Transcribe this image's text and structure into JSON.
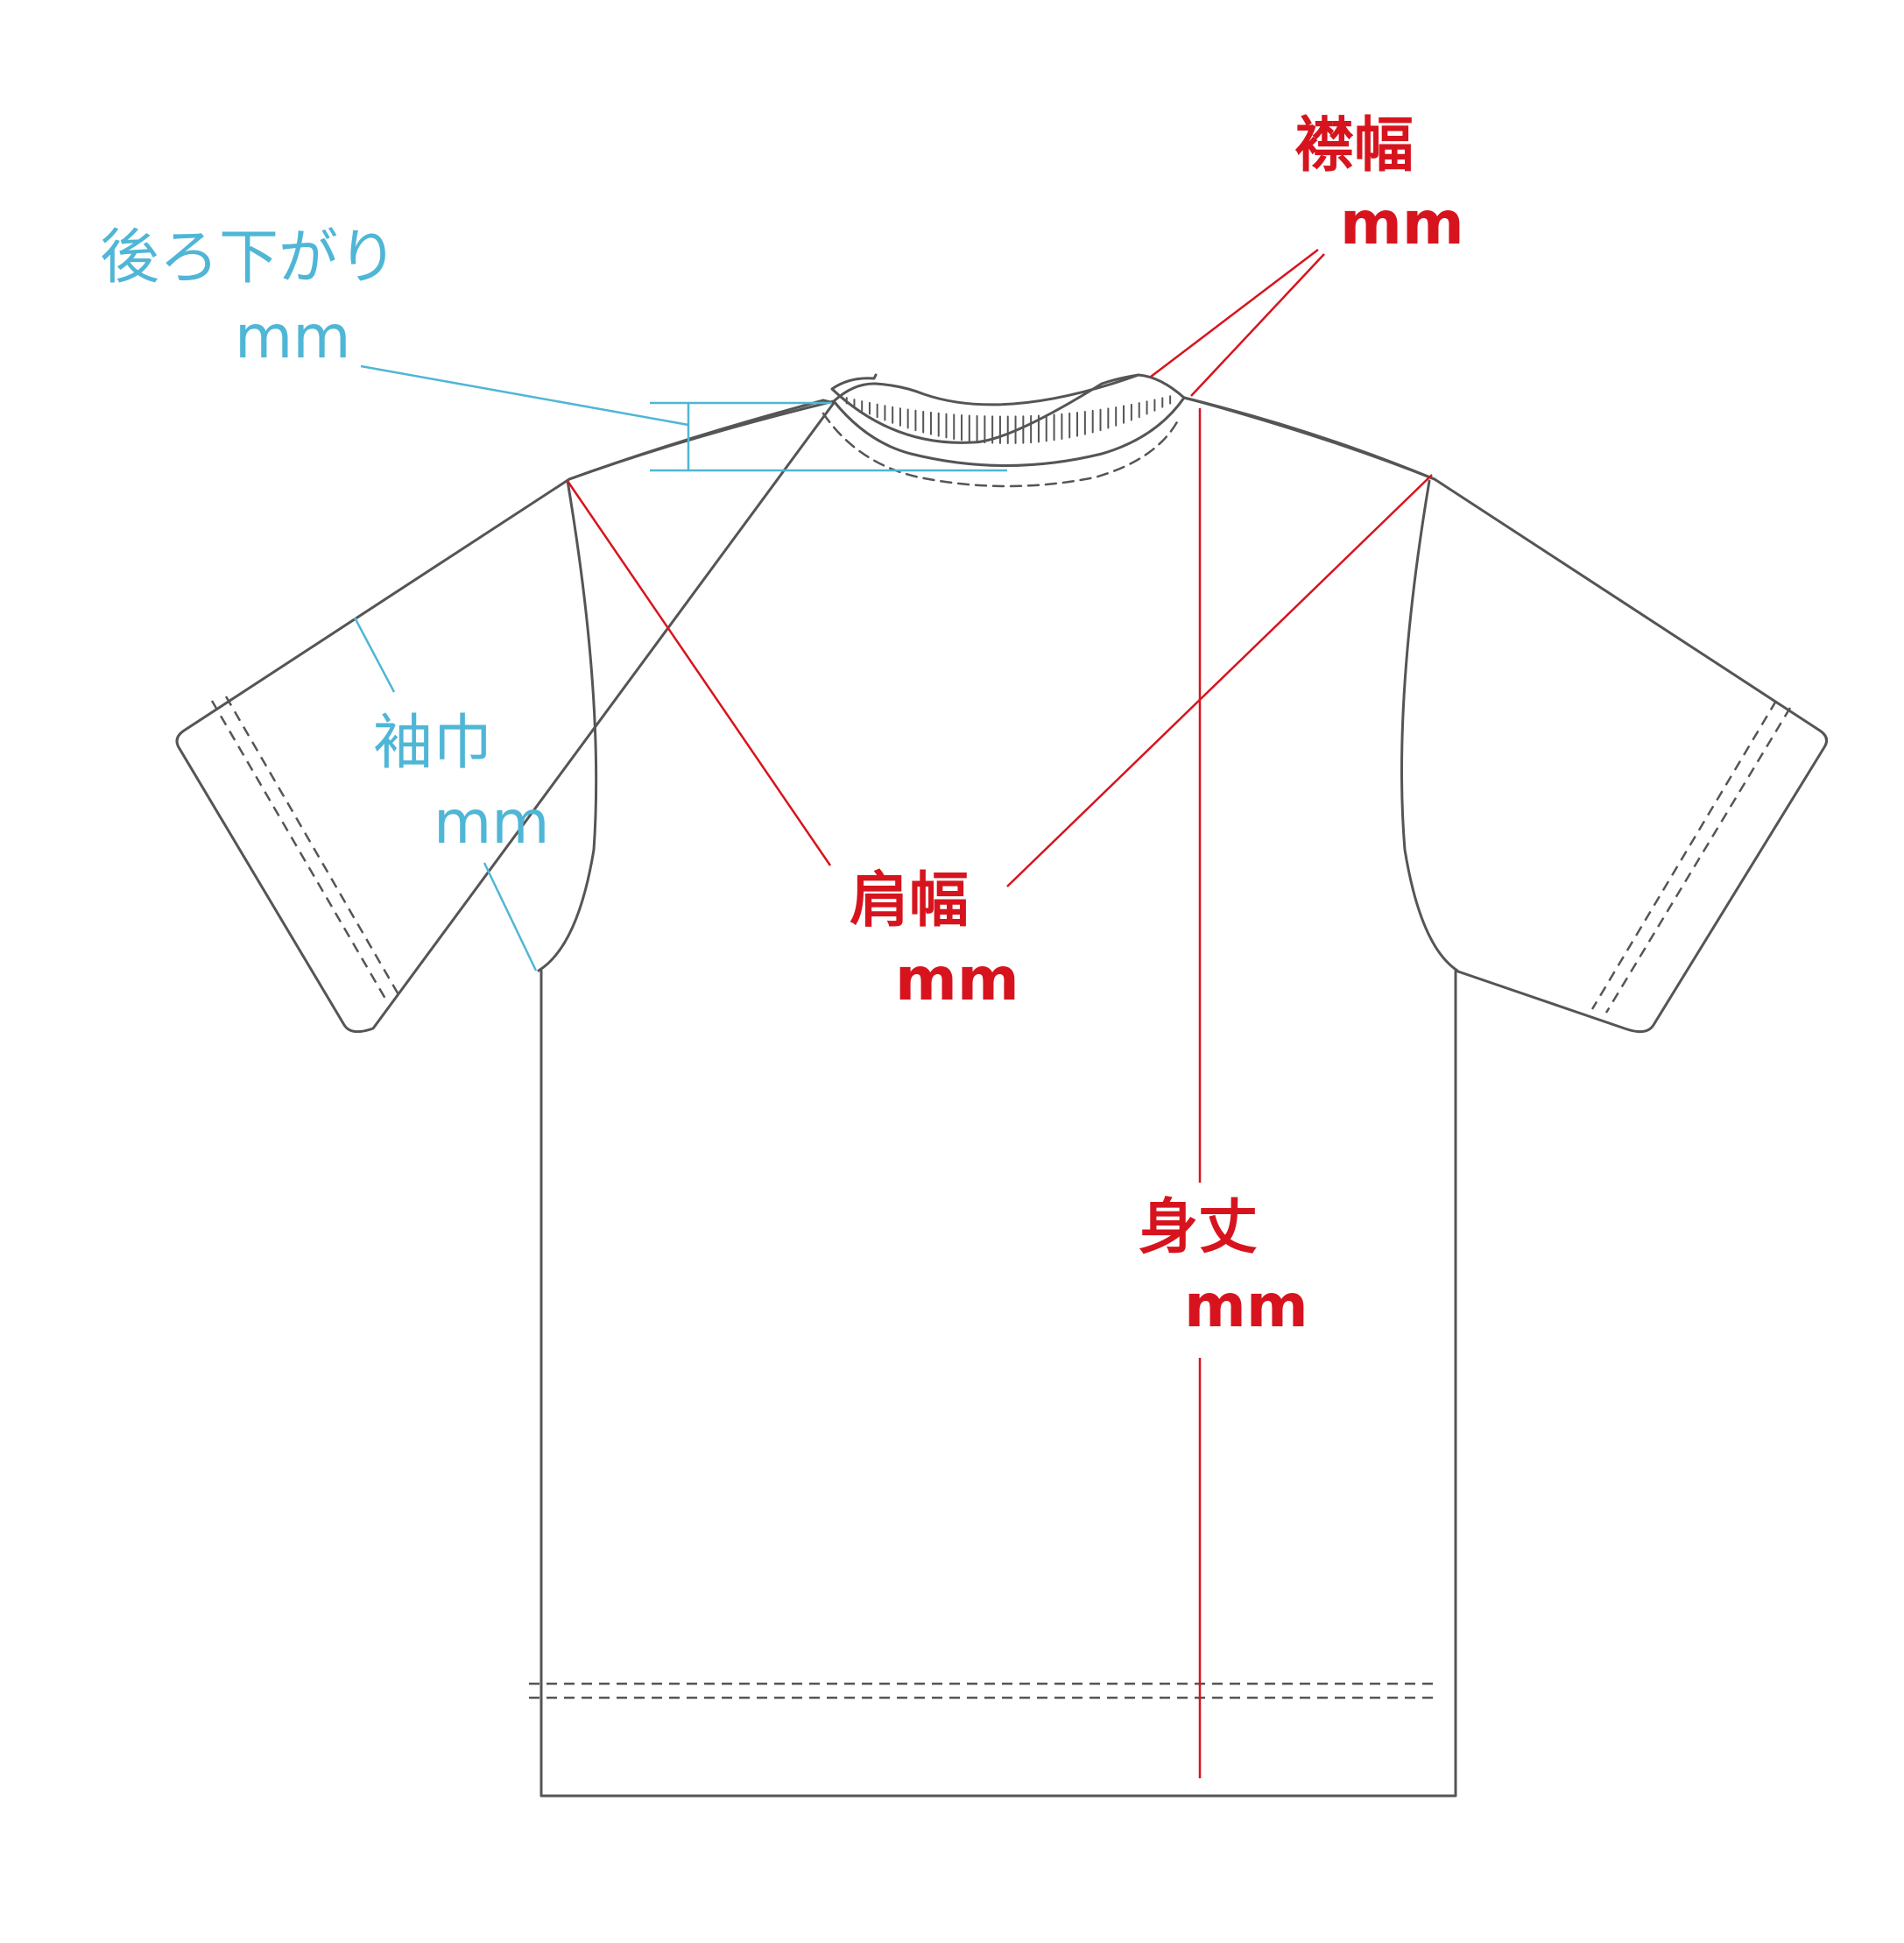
{
  "colors": {
    "outline": "#555555",
    "measure_primary": "#d7141e",
    "measure_secondary": "#4fb6d6",
    "background": "#ffffff"
  },
  "labels": {
    "collar_width": {
      "name": "襟幅",
      "unit": "mm"
    },
    "back_drop": {
      "name": "後ろ下がり",
      "unit": "mm"
    },
    "sleeve_width": {
      "name": "袖巾",
      "unit": "mm"
    },
    "shoulder_width": {
      "name": "肩幅",
      "unit": "mm"
    },
    "body_length": {
      "name": "身丈",
      "unit": "mm"
    }
  }
}
